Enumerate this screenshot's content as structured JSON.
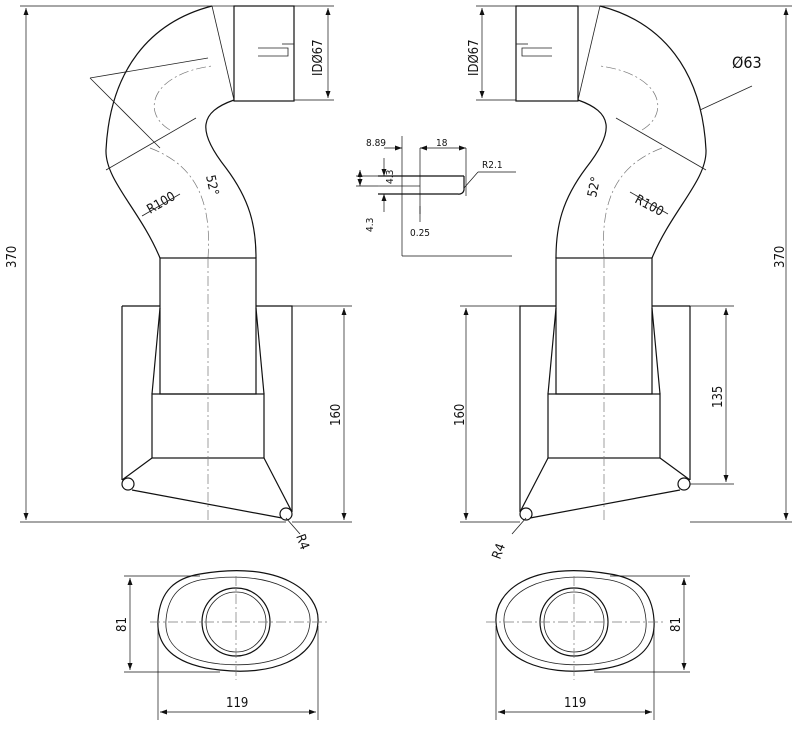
{
  "dimensions": {
    "left_overall_height": "370",
    "right_overall_height": "370",
    "left_inlet_id": "IDØ67",
    "right_inlet_id": "IDØ67",
    "pipe_diameter": "Ø63",
    "left_bend_radius": "R100",
    "right_bend_radius": "R100",
    "left_bend_angle": "52°",
    "right_bend_angle": "52°",
    "left_tip_height": "160",
    "right_tip_height": "160",
    "right_tip_inner_height": "135",
    "left_lip_radius": "R4",
    "right_lip_radius": "R4",
    "left_end_width": "119",
    "right_end_width": "119",
    "left_end_height": "81",
    "right_end_height": "81"
  },
  "slot_detail": {
    "offset": "8.89",
    "length": "18",
    "width_a": "4.3",
    "width_b": "4.3",
    "radius": "R2.1",
    "gap": "0.25"
  }
}
